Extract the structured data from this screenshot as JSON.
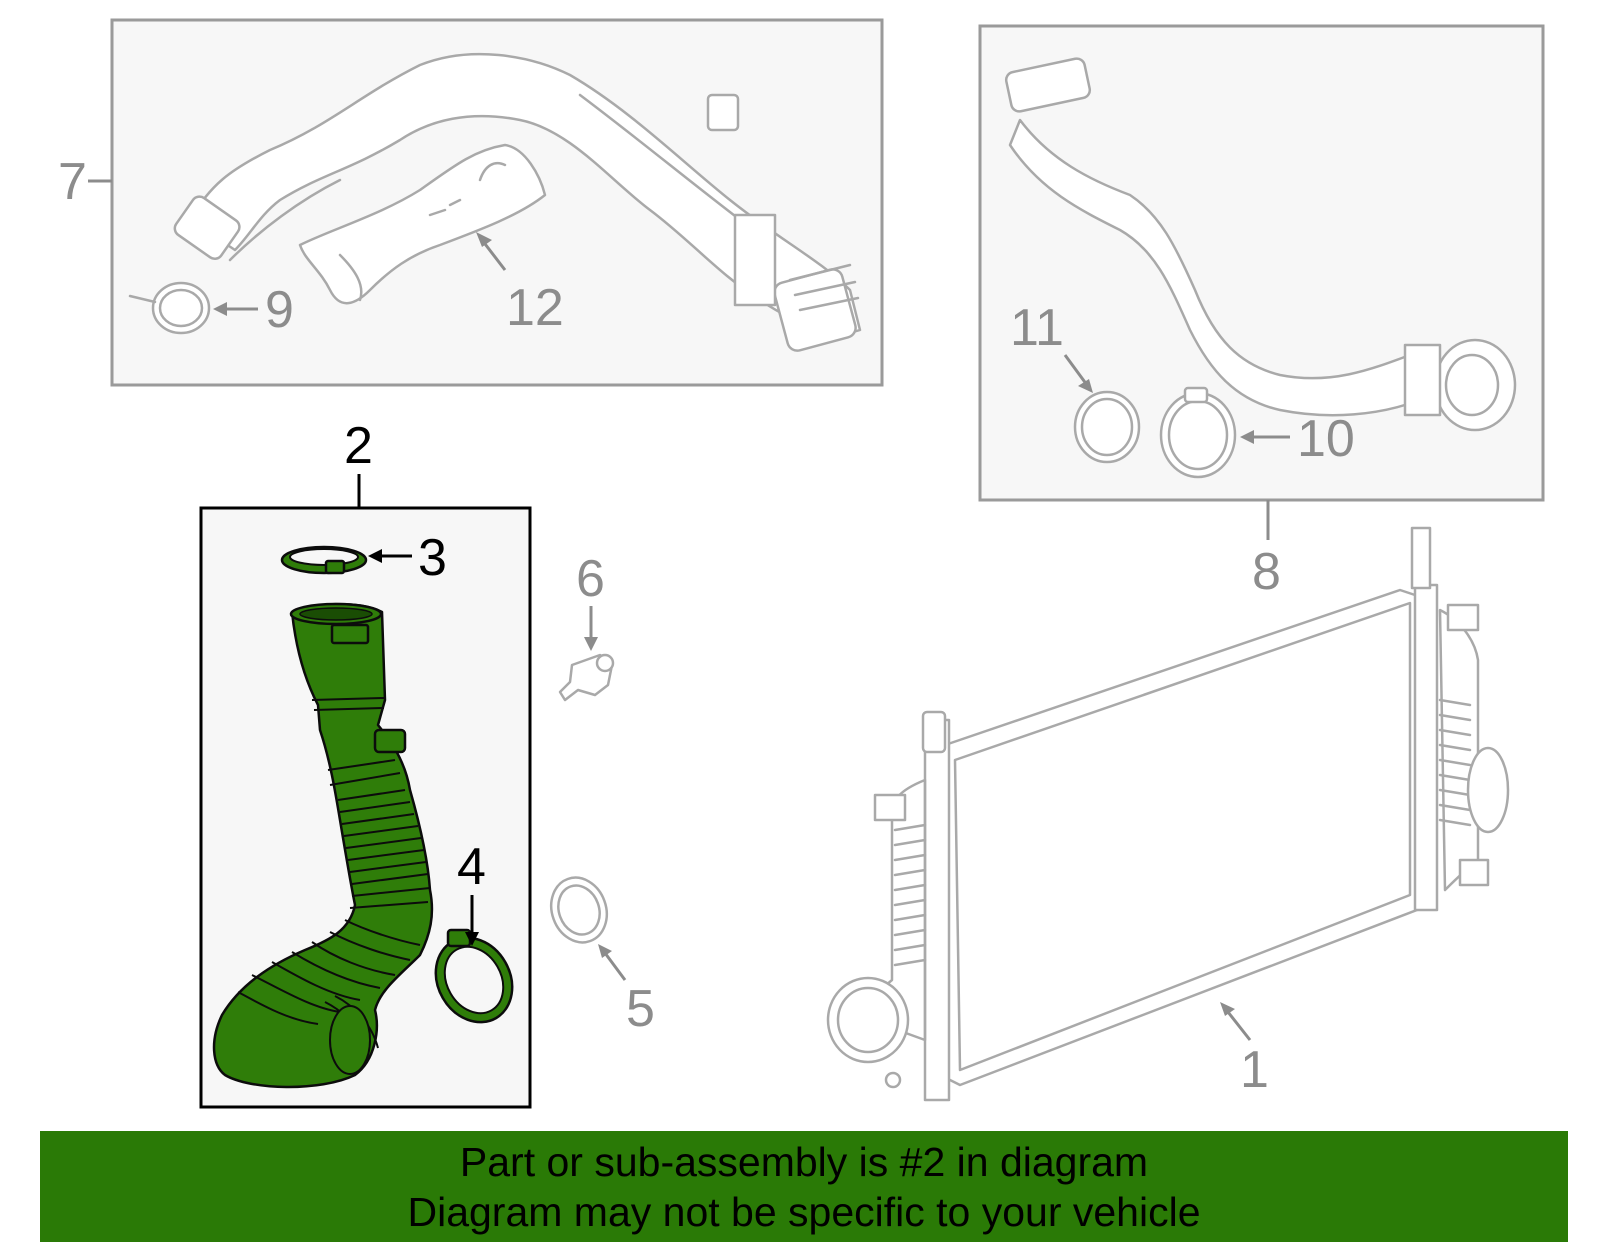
{
  "callouts": {
    "c1": "1",
    "c2": "2",
    "c3": "3",
    "c4": "4",
    "c5": "5",
    "c6": "6",
    "c7": "7",
    "c8": "8",
    "c9": "9",
    "c10": "10",
    "c11": "11",
    "c12": "12"
  },
  "highlight": {
    "part_number": "2",
    "color": "#2f7d09"
  },
  "colors": {
    "banner": "#2a7a06",
    "inactive_line": "#a9a9a9",
    "inactive_label": "#8c8c8c",
    "panel_bg": "#f7f7f7"
  },
  "footer": {
    "line1": "Part or sub-assembly is #2 in diagram",
    "line2": "Diagram may not be specific to your vehicle"
  }
}
